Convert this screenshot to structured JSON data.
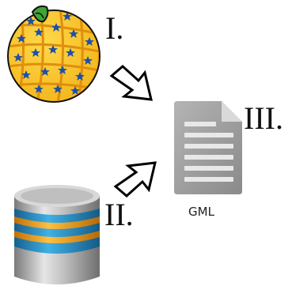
{
  "labels": {
    "one": "I.",
    "two": "II.",
    "three": "III."
  },
  "document": {
    "label": "GML"
  },
  "icons": {
    "top_left": "orange-star-ball-icon",
    "bottom_left": "database-cylinder-icon",
    "right": "document-icon",
    "arrows": "hollow-arrow-icon"
  },
  "colors": {
    "ball_yellow": "#f7c21c",
    "ball_orange_lines": "#e39a10",
    "ball_stars": "#1d4fa8",
    "leaf_green": "#3fa535",
    "doc_gray": "#8f8f8f",
    "db_silver": "#c8c8c8",
    "db_blue": "#2a90c8",
    "db_orange": "#f0a020"
  }
}
